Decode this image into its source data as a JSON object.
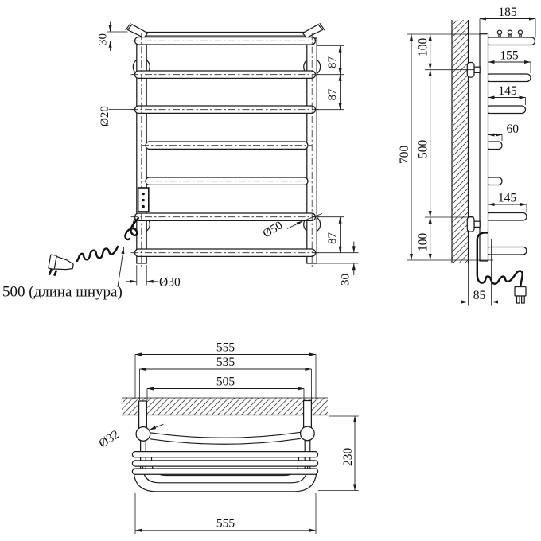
{
  "views": {
    "front": {
      "offset_top": "30",
      "tube_dia": "Ø20",
      "pitch_a": "87",
      "pitch_b": "87",
      "mount_dia": "Ø50",
      "pitch_c": "87",
      "offset_bottom": "30",
      "rail_dia": "Ø30",
      "cord_label": "500 (длина шнура)"
    },
    "side": {
      "depth": "185",
      "gap_top": "100",
      "rung_top": "155",
      "rung_mid": "145",
      "stub": "60",
      "height": "700",
      "mount_span": "500",
      "rung_bottom": "145",
      "gap_bottom": "100",
      "cable_offset": "85"
    },
    "bottom": {
      "width_top": "555",
      "mount_width": "535",
      "inner_width": "505",
      "post_dia": "Ø32",
      "depth": "230",
      "width_bottom": "555"
    }
  }
}
